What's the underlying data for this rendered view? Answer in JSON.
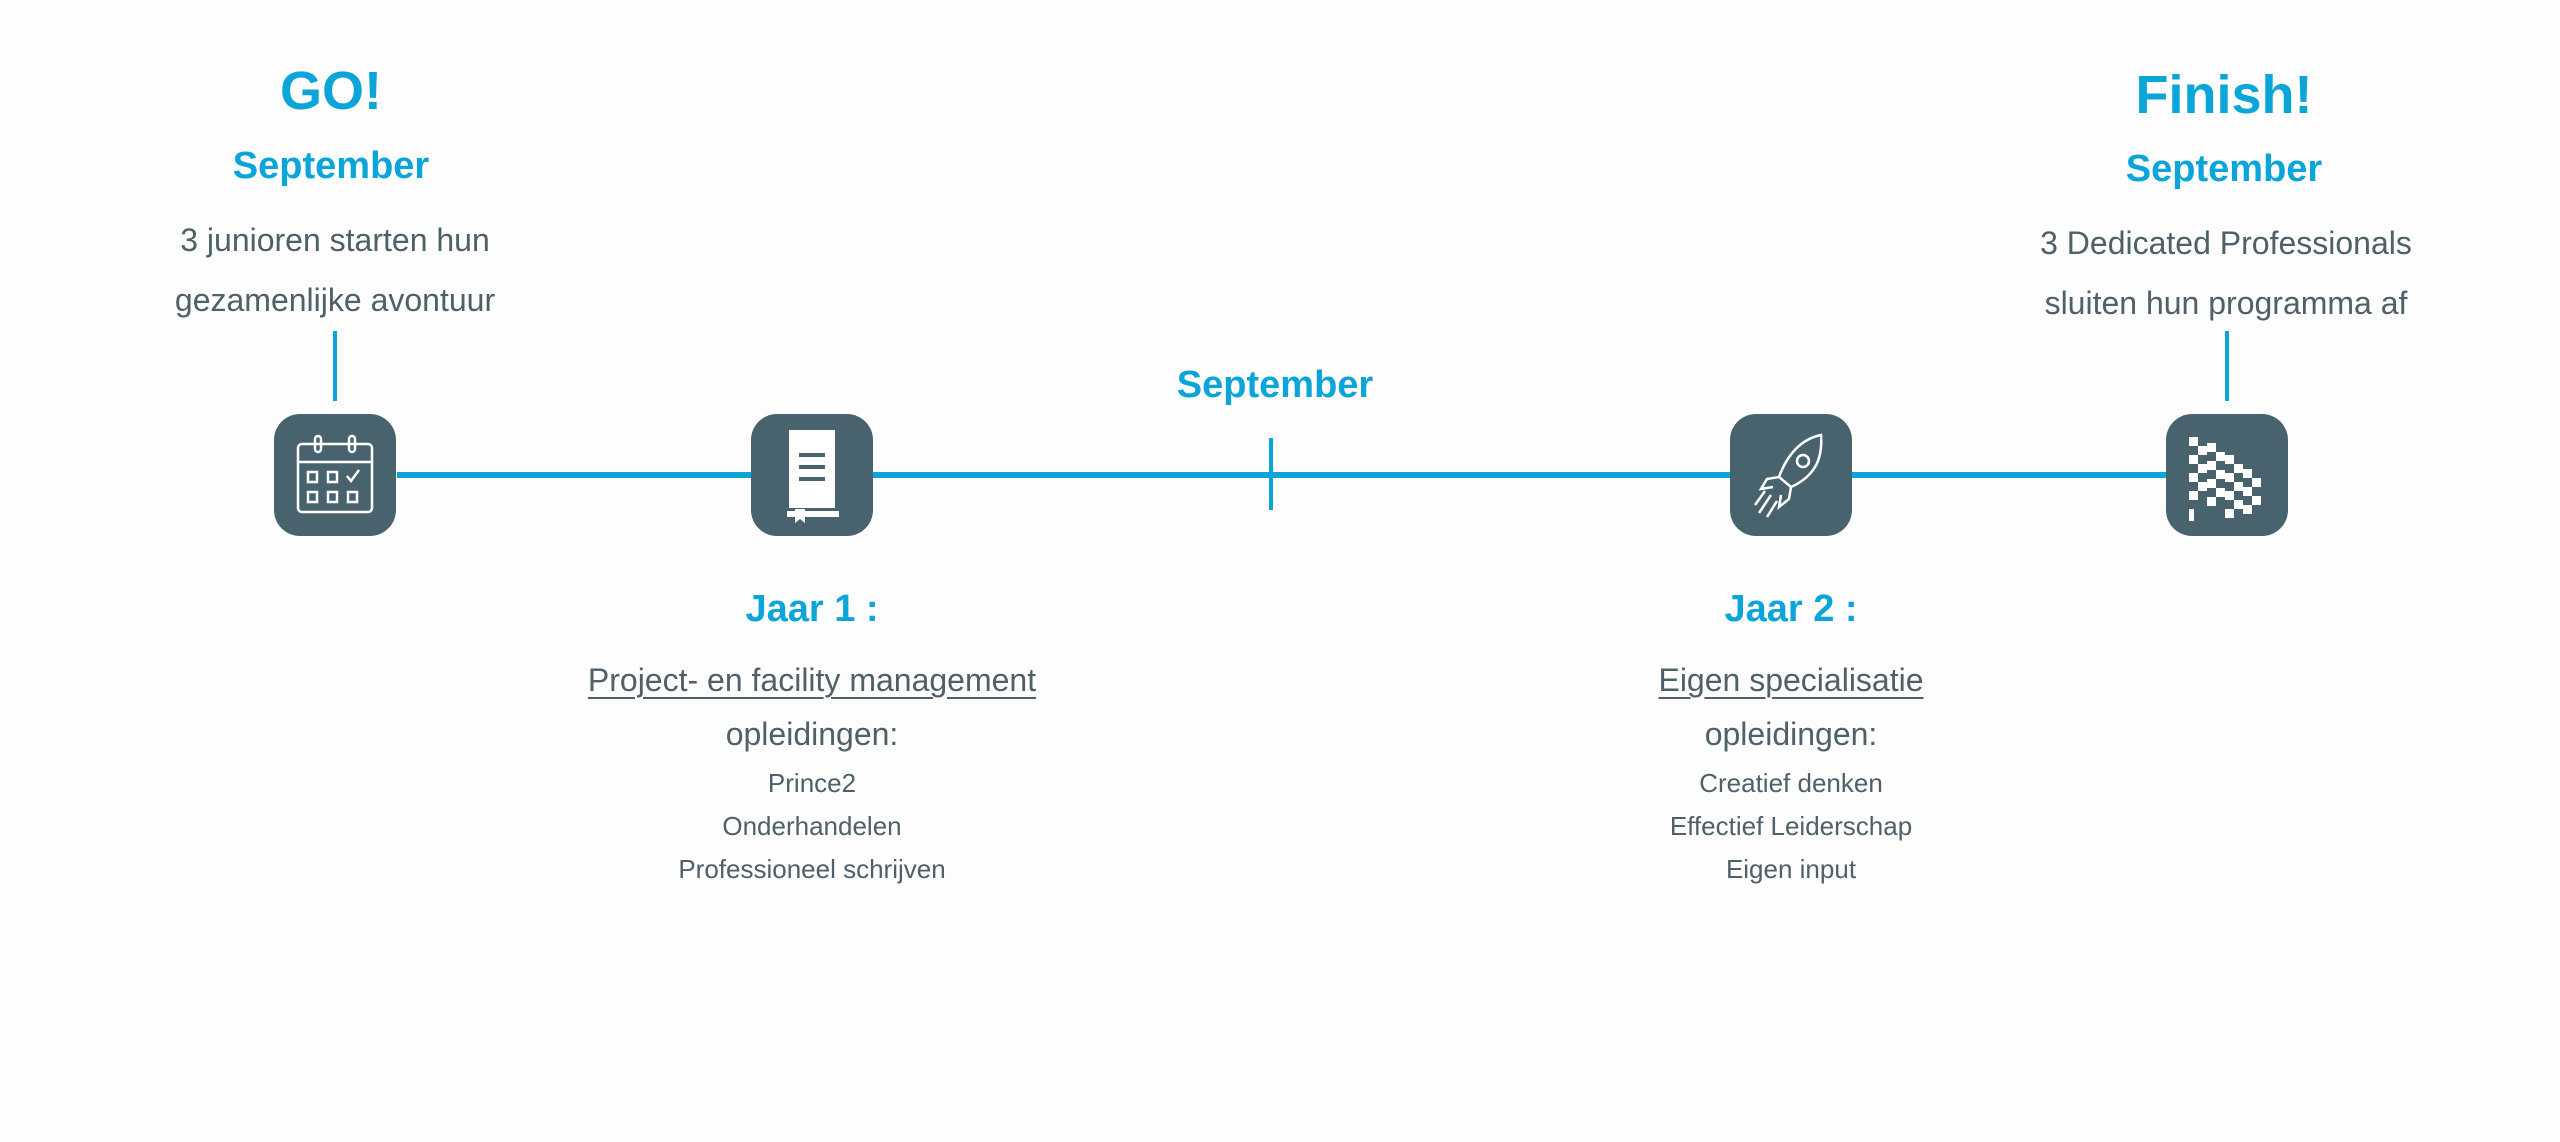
{
  "start": {
    "title": "GO!",
    "month": "September",
    "desc": [
      "3 junioren starten hun",
      "gezamenlijke avontuur"
    ]
  },
  "middle": {
    "month": "September"
  },
  "finish": {
    "title": "Finish!",
    "month": "September",
    "desc": [
      "3 Dedicated Professionals",
      "sluiten hun programma af"
    ]
  },
  "year1": {
    "title": "Jaar 1 :",
    "topic": "Project- en facility management",
    "subtitle": "opleidingen:",
    "items": [
      "Prince2",
      "Onderhandelen",
      "Professioneel schrijven"
    ]
  },
  "year2": {
    "title": "Jaar 2 :",
    "topic": "Eigen specialisatie",
    "subtitle": "opleidingen:",
    "items": [
      "Creatief denken",
      "Effectief Leiderschap",
      "Eigen input"
    ]
  },
  "colors": {
    "accent": "#0ba5d9",
    "icon_bg": "#48636d",
    "text": "#4e6068"
  }
}
